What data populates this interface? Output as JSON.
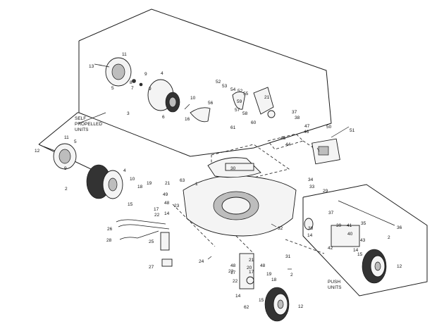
{
  "figure": {
    "notes": {
      "self_propelled": [
        "SELF",
        "PROPELLED",
        "UNITS"
      ],
      "push": [
        "PUSH",
        "UNITS"
      ]
    },
    "callouts": [
      "1",
      "2",
      "2",
      "2",
      "3",
      "4",
      "4",
      "5",
      "5",
      "6",
      "7",
      "8",
      "9",
      "9",
      "9",
      "10",
      "10",
      "11",
      "11",
      "12",
      "12",
      "12",
      "13",
      "14",
      "14",
      "14",
      "14",
      "15",
      "15",
      "15",
      "16",
      "17",
      "17",
      "17",
      "18",
      "18",
      "19",
      "19",
      "20",
      "21",
      "21",
      "21",
      "22",
      "22",
      "23",
      "23",
      "24",
      "25",
      "26",
      "27",
      "28",
      "29",
      "30",
      "31",
      "32",
      "33",
      "34",
      "35",
      "36",
      "37",
      "37",
      "38",
      "38",
      "39",
      "40",
      "41",
      "42",
      "43",
      "44",
      "45",
      "46",
      "47",
      "48",
      "48",
      "48",
      "49",
      "50",
      "51",
      "52",
      "52",
      "53",
      "54",
      "55",
      "56",
      "57",
      "58",
      "59",
      "60",
      "61",
      "62",
      "63"
    ]
  }
}
